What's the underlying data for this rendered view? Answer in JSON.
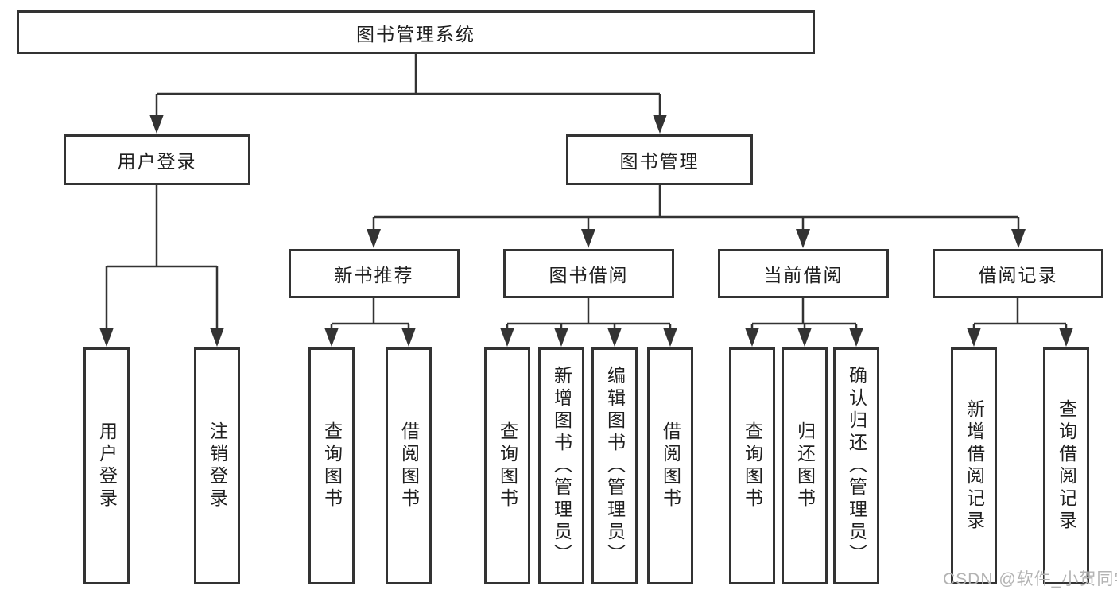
{
  "diagram": {
    "root": "图书管理系统",
    "level2": {
      "user_login": "用户登录",
      "book_mgmt": "图书管理"
    },
    "level3": {
      "new_book": "新书推荐",
      "book_borrow": "图书借阅",
      "current_borrow": "当前借阅",
      "borrow_record": "借阅记录"
    },
    "leaves": {
      "user_login": [
        "用户登录",
        "注销登录"
      ],
      "new_book": [
        "查询图书",
        "借阅图书"
      ],
      "book_borrow": [
        "查询图书",
        "新增图书（管理员）",
        "编辑图书（管理员）",
        "借阅图书"
      ],
      "current_borrow": [
        "查询图书",
        "归还图书",
        "确认归还（管理员）"
      ],
      "borrow_record": [
        "新增借阅记录",
        "查询借阅记录"
      ]
    }
  },
  "watermark": {
    "text": "CSDN @软件_小贺同学"
  },
  "colors": {
    "line": "#333333",
    "text": "#1f1f1f",
    "background": "#ffffff",
    "watermark": "#b3b3b3"
  }
}
